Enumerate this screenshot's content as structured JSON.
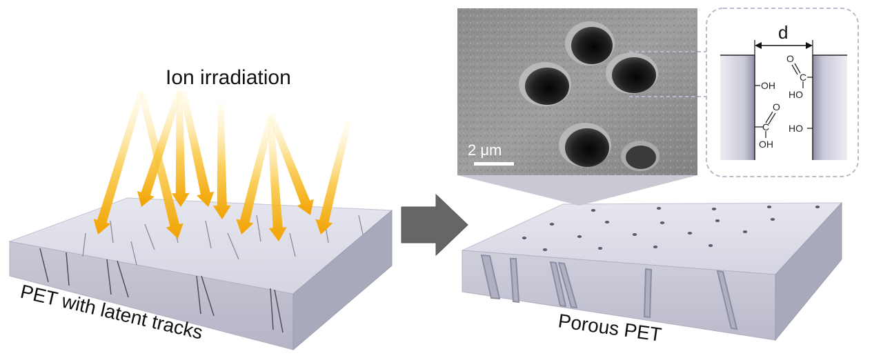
{
  "labels": {
    "ion_irradiation": "Ion irradiation",
    "pet_latent": "PET with latent tracks",
    "porous_pet": "Porous PET",
    "scale_bar": "2 μm",
    "pore_diameter": "d"
  },
  "chemistry": {
    "left_wall_groups": [
      "OH",
      "O",
      "C",
      "OH"
    ],
    "right_wall_groups": [
      "O",
      "C",
      "HO",
      "HO"
    ]
  },
  "colors": {
    "membrane_top": "#dcdce8",
    "membrane_front": "#c9c9d8",
    "beam": "#f6b21a",
    "arrow": "#666666",
    "inset_border": "#b9b9cc"
  }
}
